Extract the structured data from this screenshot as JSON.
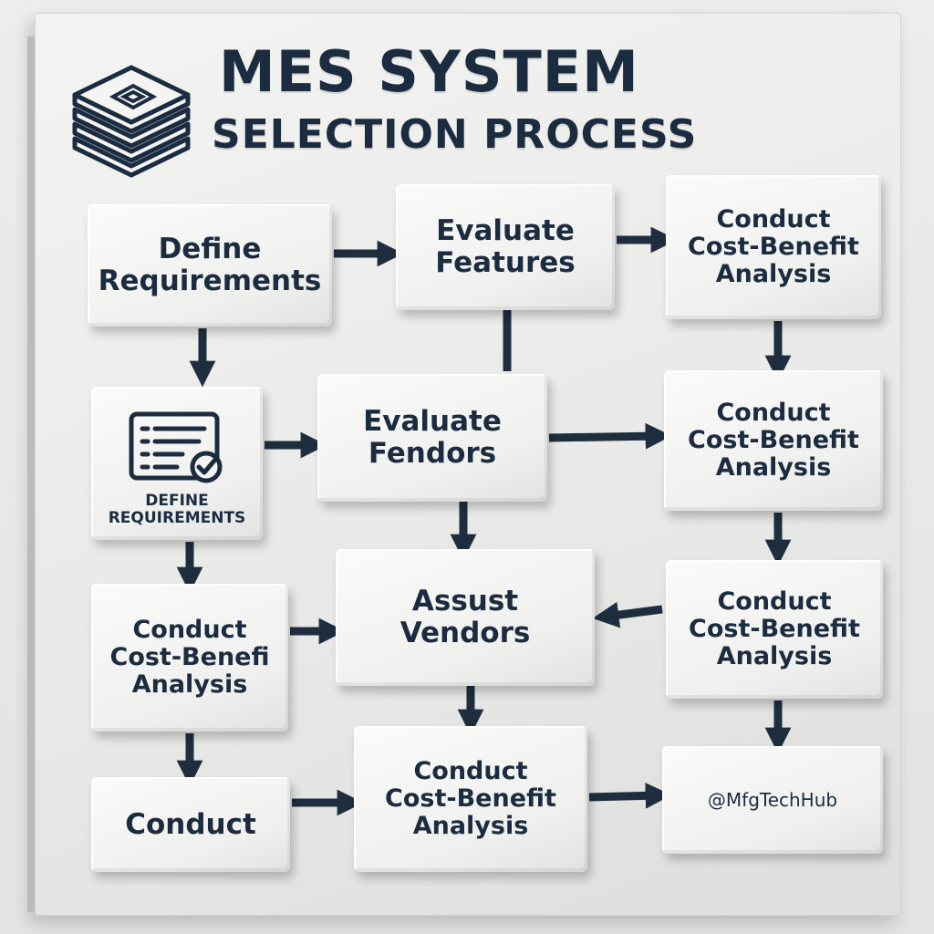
{
  "title": {
    "line1": "MES SYSTEM",
    "line2": "SELECTION PROCESS"
  },
  "icons": {
    "logo": "stacked-layers-icon",
    "checklist": "checklist-check-icon"
  },
  "colors": {
    "navy": "#1c2c40",
    "box": "#f3f3f1",
    "arrow": "#1f2e3f"
  },
  "boxes": {
    "r1c1": "Define\nRequirements",
    "r1c2": "Evaluate\nFeatures",
    "r1c3": "Conduct\nCost-Benefit\nAnalysis",
    "r2c1": "DEFINE\nREQUIREMENTS",
    "r2c2": "Evaluate\nFendors",
    "r2c3": "Conduct\nCost-Benefit\nAnalysis",
    "r3c1": "Conduct\nCost-Benefi\nAnalysis",
    "r3c2": "Assust\nVendors",
    "r3c3": "Conduct\nCost-Benefit\nAnalysis",
    "r4c1": "Conduct",
    "r4c2": "Conduct\nCost-Benefit\nAnalysis",
    "r4c3": "@MfgTechHub"
  }
}
